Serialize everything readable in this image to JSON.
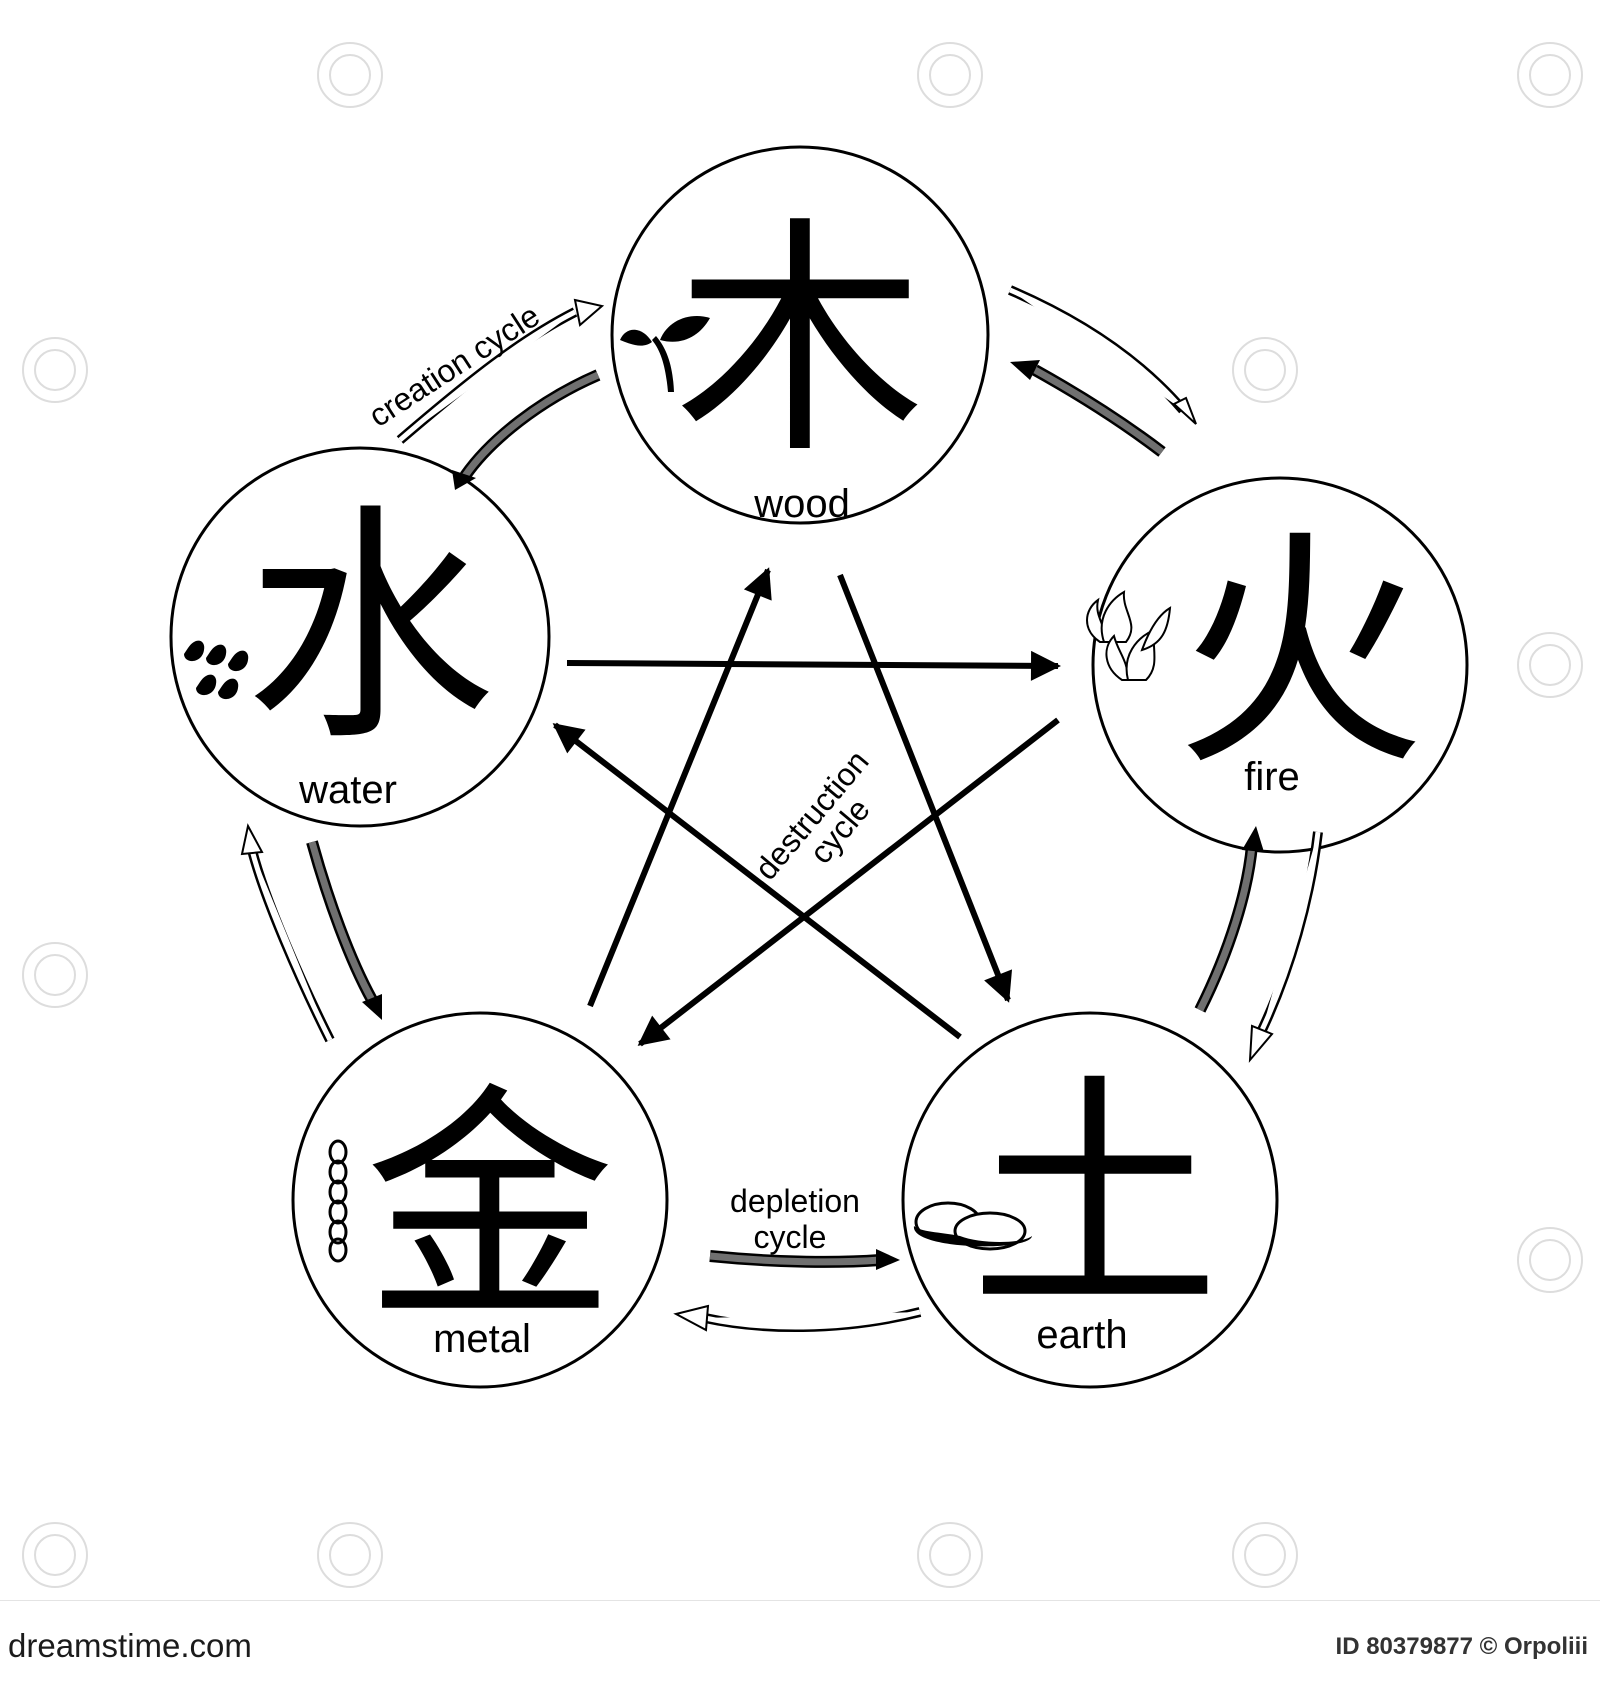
{
  "elements": {
    "wood": {
      "label": "wood",
      "glyph": "木"
    },
    "fire": {
      "label": "fire",
      "glyph": "火"
    },
    "earth": {
      "label": "earth",
      "glyph": "土"
    },
    "metal": {
      "label": "metal",
      "glyph": "金"
    },
    "water": {
      "label": "water",
      "glyph": "水"
    }
  },
  "cycles": {
    "creation": "creation cycle",
    "destruction_line1": "destruction",
    "destruction_line2": "cycle",
    "depletion_line1": "depletion",
    "depletion_line2": "cycle"
  },
  "icons": {
    "wood": "sprout-icon",
    "fire": "flame-icon",
    "earth": "stones-icon",
    "metal": "chain-icon",
    "water": "water-drops-icon"
  },
  "footer": {
    "logo": "dreamstime.com",
    "image_id": "ID 80379877 © Orpoliii"
  },
  "colors": {
    "line": "#000000",
    "depletion_arrow_fill": "#707070",
    "creation_arrow_fill": "#ffffff"
  }
}
